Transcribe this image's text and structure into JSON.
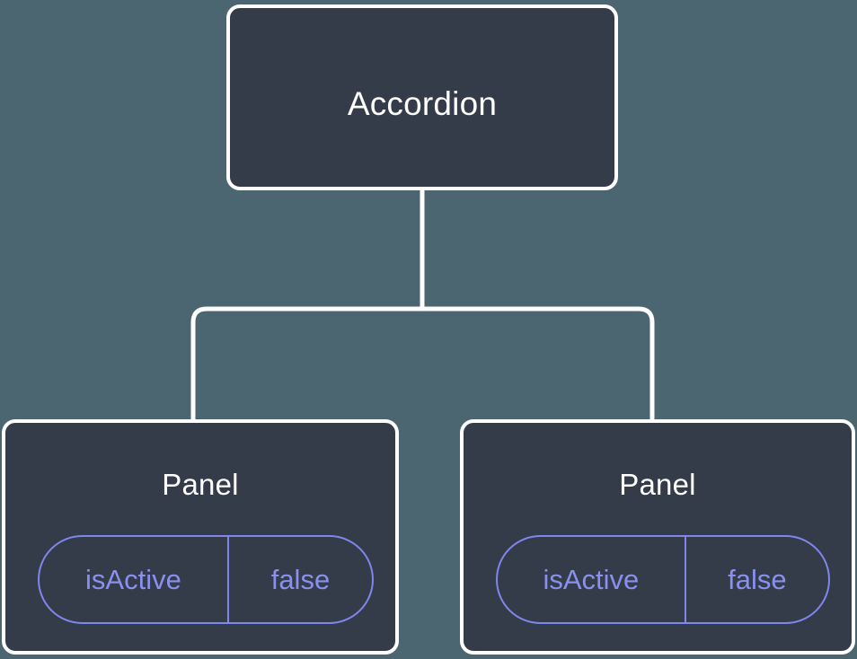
{
  "diagram": {
    "type": "component-tree",
    "background_color": "#4b6670",
    "node_fill_color": "#343b49",
    "node_border_color": "#ffffff",
    "connector_color": "#ffffff",
    "accent_color": "#8a90ee",
    "root": {
      "label": "Accordion"
    },
    "children": [
      {
        "label": "Panel",
        "state": {
          "key": "isActive",
          "value": "false"
        }
      },
      {
        "label": "Panel",
        "state": {
          "key": "isActive",
          "value": "false"
        }
      }
    ]
  }
}
